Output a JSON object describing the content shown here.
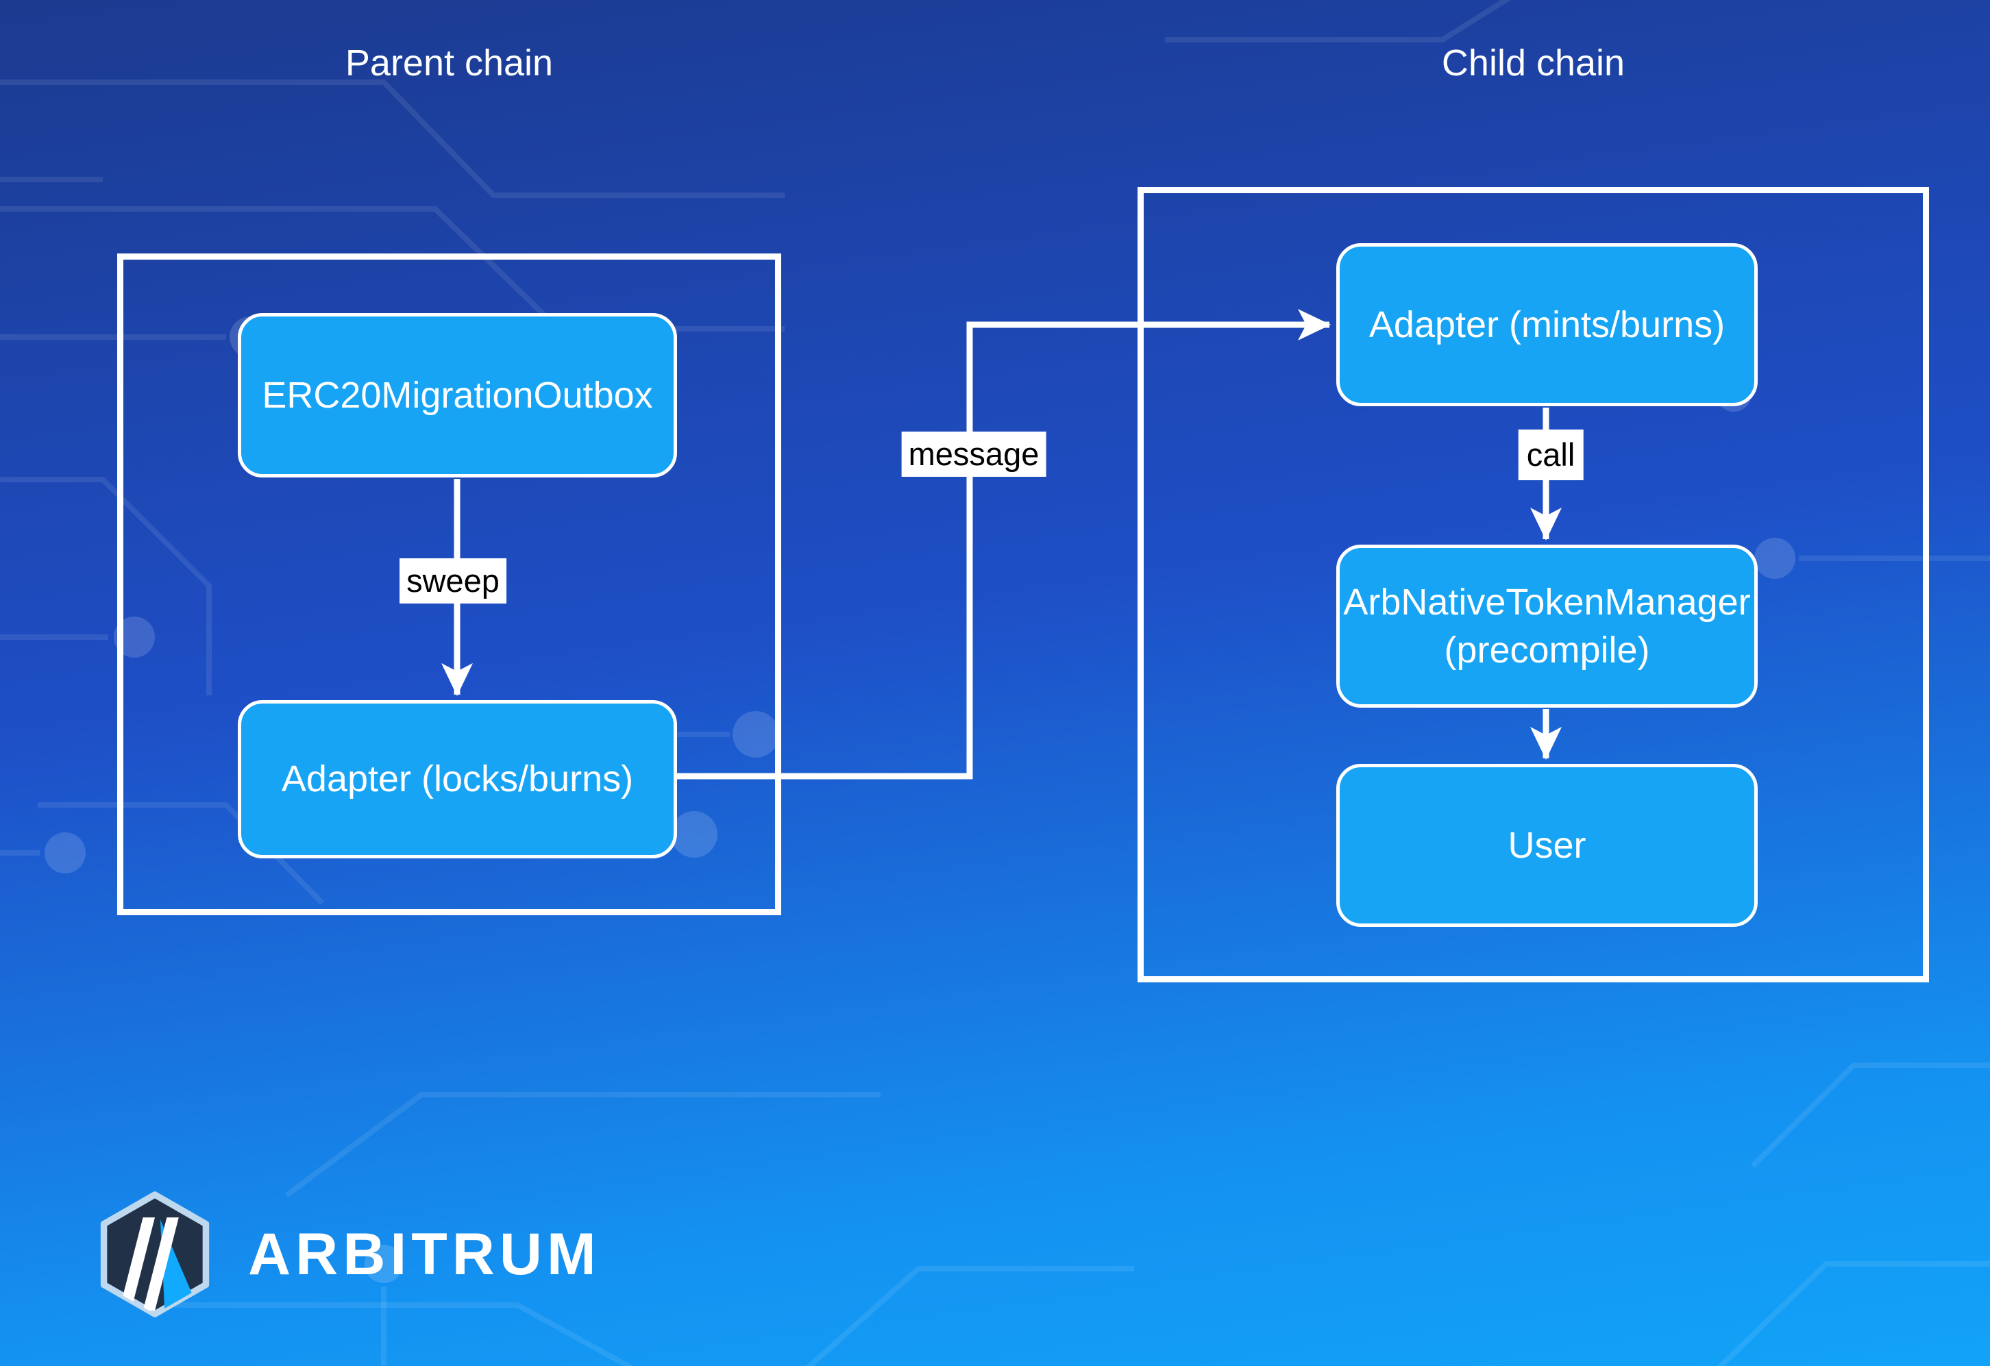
{
  "parent_chain": {
    "title": "Parent chain",
    "nodes": {
      "erc20": {
        "label": "ERC20MigrationOutbox"
      },
      "adapter": {
        "label": "Adapter (locks/burns)"
      }
    },
    "edge": {
      "label": "sweep"
    }
  },
  "child_chain": {
    "title": "Child chain",
    "nodes": {
      "adapter": {
        "label": "Adapter (mints/burns)"
      },
      "token_manager": {
        "label": "ArbNativeTokenManager",
        "sublabel": "(precompile)"
      },
      "user": {
        "label": "User"
      }
    },
    "edges": {
      "call": {
        "label": "call"
      }
    }
  },
  "cross_chain": {
    "edge_label": "message"
  },
  "logo": {
    "wordmark": "ARBITRUM"
  },
  "colors": {
    "bg-top": "#1c3a8f",
    "bg-mid": "#1e4fc7",
    "bg-low": "#1492f1",
    "bg-bottom": "#12a3f8",
    "node-fill": "#17a4f4",
    "node-border": "#ffffff",
    "node-text": "#ffffff",
    "outer-border": "#ffffff",
    "edge": "#ffffff",
    "edge-label-bg": "#ffffff",
    "edge-label-text": "#000000",
    "title-text": "#ffffff",
    "logo-shield": "#213147",
    "logo-shield-border": "#bdd8ef",
    "logo-stripe": "#ffffff",
    "logo-accent": "#12aaff",
    "logo-wordmark": "#ffffff"
  }
}
